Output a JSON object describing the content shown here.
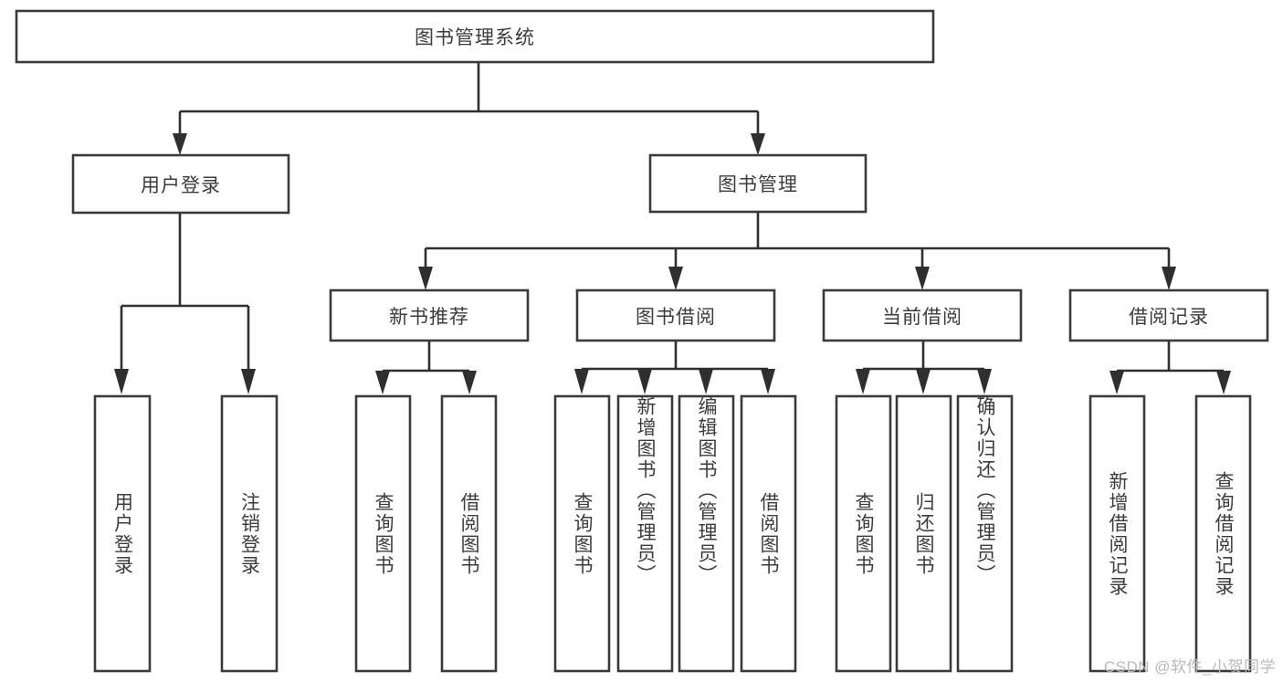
{
  "diagram": {
    "type": "tree",
    "title": "图书管理系统",
    "orientation": "top-down",
    "colors": {
      "box_stroke": "#3a3a3a",
      "box_fill": "#ffffff",
      "connector": "#2f2f2f",
      "text": "#3c3c3c",
      "watermark": "#b9b9b9",
      "background": "#ffffff"
    },
    "root": {
      "label": "图书管理系统"
    },
    "level2": [
      {
        "label": "用户登录"
      },
      {
        "label": "图书管理"
      }
    ],
    "level3": [
      {
        "label": "新书推荐"
      },
      {
        "label": "图书借阅"
      },
      {
        "label": "当前借阅"
      },
      {
        "label": "借阅记录"
      }
    ],
    "leaves": {
      "user_login": [
        {
          "label": "用户登录"
        },
        {
          "label": "注销登录"
        }
      ],
      "new_book_recommend": [
        {
          "label": "查询图书"
        },
        {
          "label": "借阅图书"
        }
      ],
      "book_borrow": [
        {
          "label": "查询图书"
        },
        {
          "label": "新增图书（管理员）"
        },
        {
          "label": "编辑图书（管理员）"
        },
        {
          "label": "借阅图书"
        }
      ],
      "current_borrow": [
        {
          "label": "查询图书"
        },
        {
          "label": "归还图书"
        },
        {
          "label": "确认归还（管理员）"
        }
      ],
      "borrow_record": [
        {
          "label": "新增借阅记录"
        },
        {
          "label": "查询借阅记录"
        }
      ]
    },
    "watermark": "CSDN @软件_小贺同学"
  }
}
